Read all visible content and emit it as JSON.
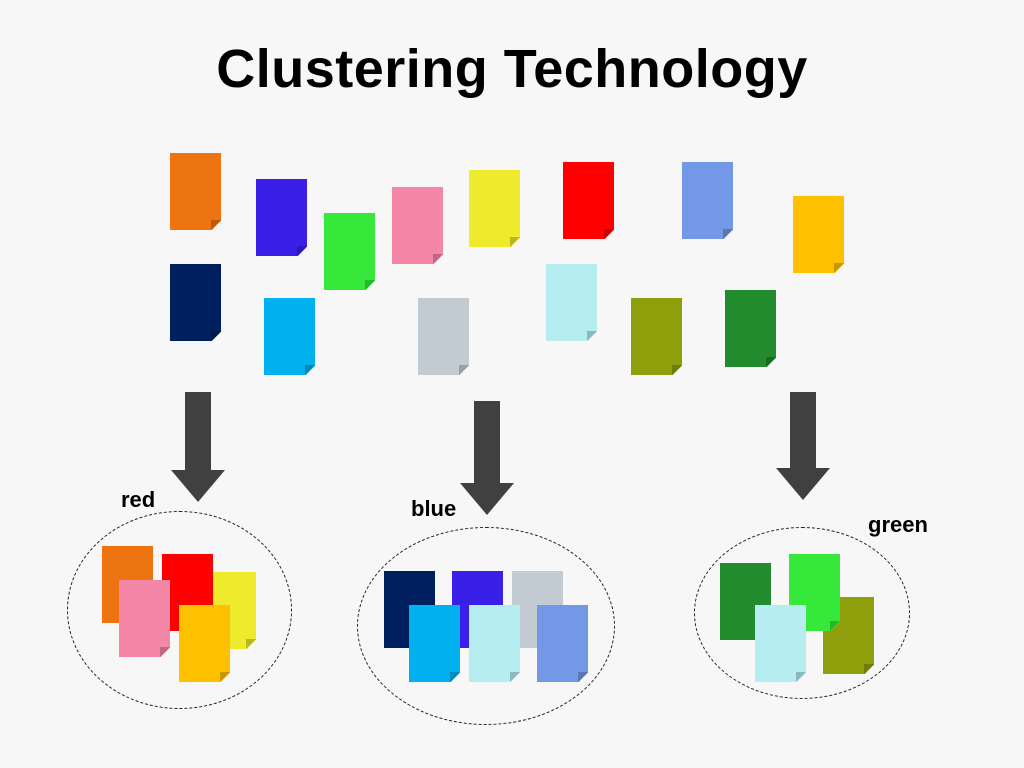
{
  "title": "Clustering Technology",
  "colors": {
    "orange": "#ee7411",
    "blue": "#3a1fe8",
    "green": "#35e839",
    "pink": "#f487a8",
    "yellow": "#eeea2c",
    "red": "#fe0000",
    "cornflower": "#7399e6",
    "amber": "#ffc000",
    "navy": "#001f5f",
    "sky": "#00b0ef",
    "silver": "#c2cbd2",
    "paleCyan": "#b6edf0",
    "olive": "#8f9f0b",
    "darkGreen": "#228b2e",
    "arrow": "#404040"
  },
  "clusters": [
    {
      "label": "red"
    },
    {
      "label": "blue"
    },
    {
      "label": "green"
    }
  ]
}
